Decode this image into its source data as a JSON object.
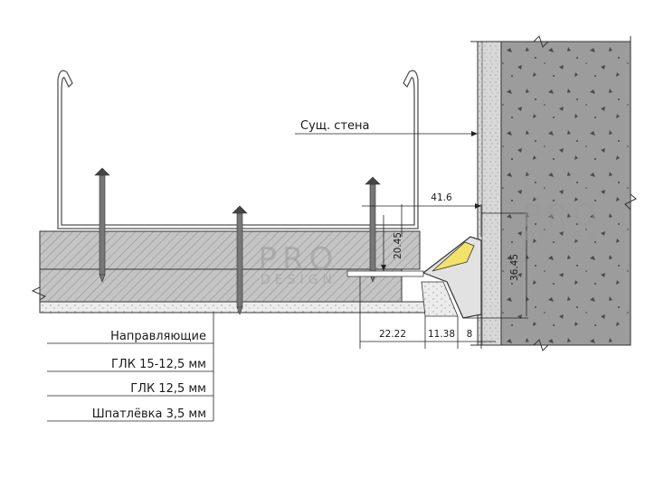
{
  "labels": {
    "wall": "Сущ. стена",
    "guides": "Направляющие",
    "gkl1": "ГЛК 15-12,5 мм",
    "gkl2": "ГЛК 12,5 мм",
    "putty": "Шпатлёвка 3,5 мм"
  },
  "dimensions": {
    "d_top": "41.6",
    "d_vert_small": "20.45",
    "d_vert_big": "36.45",
    "d_bottom_1": "22.22",
    "d_bottom_2": "11.38",
    "d_bottom_3": "8"
  },
  "watermark": {
    "line1": "PRO",
    "line2": "DESIGN"
  },
  "colors": {
    "line": "#333333",
    "concrete": "#9c9c9c",
    "board": "#c8c8c8",
    "putty": "#ececec",
    "led": "#f2e26a"
  }
}
